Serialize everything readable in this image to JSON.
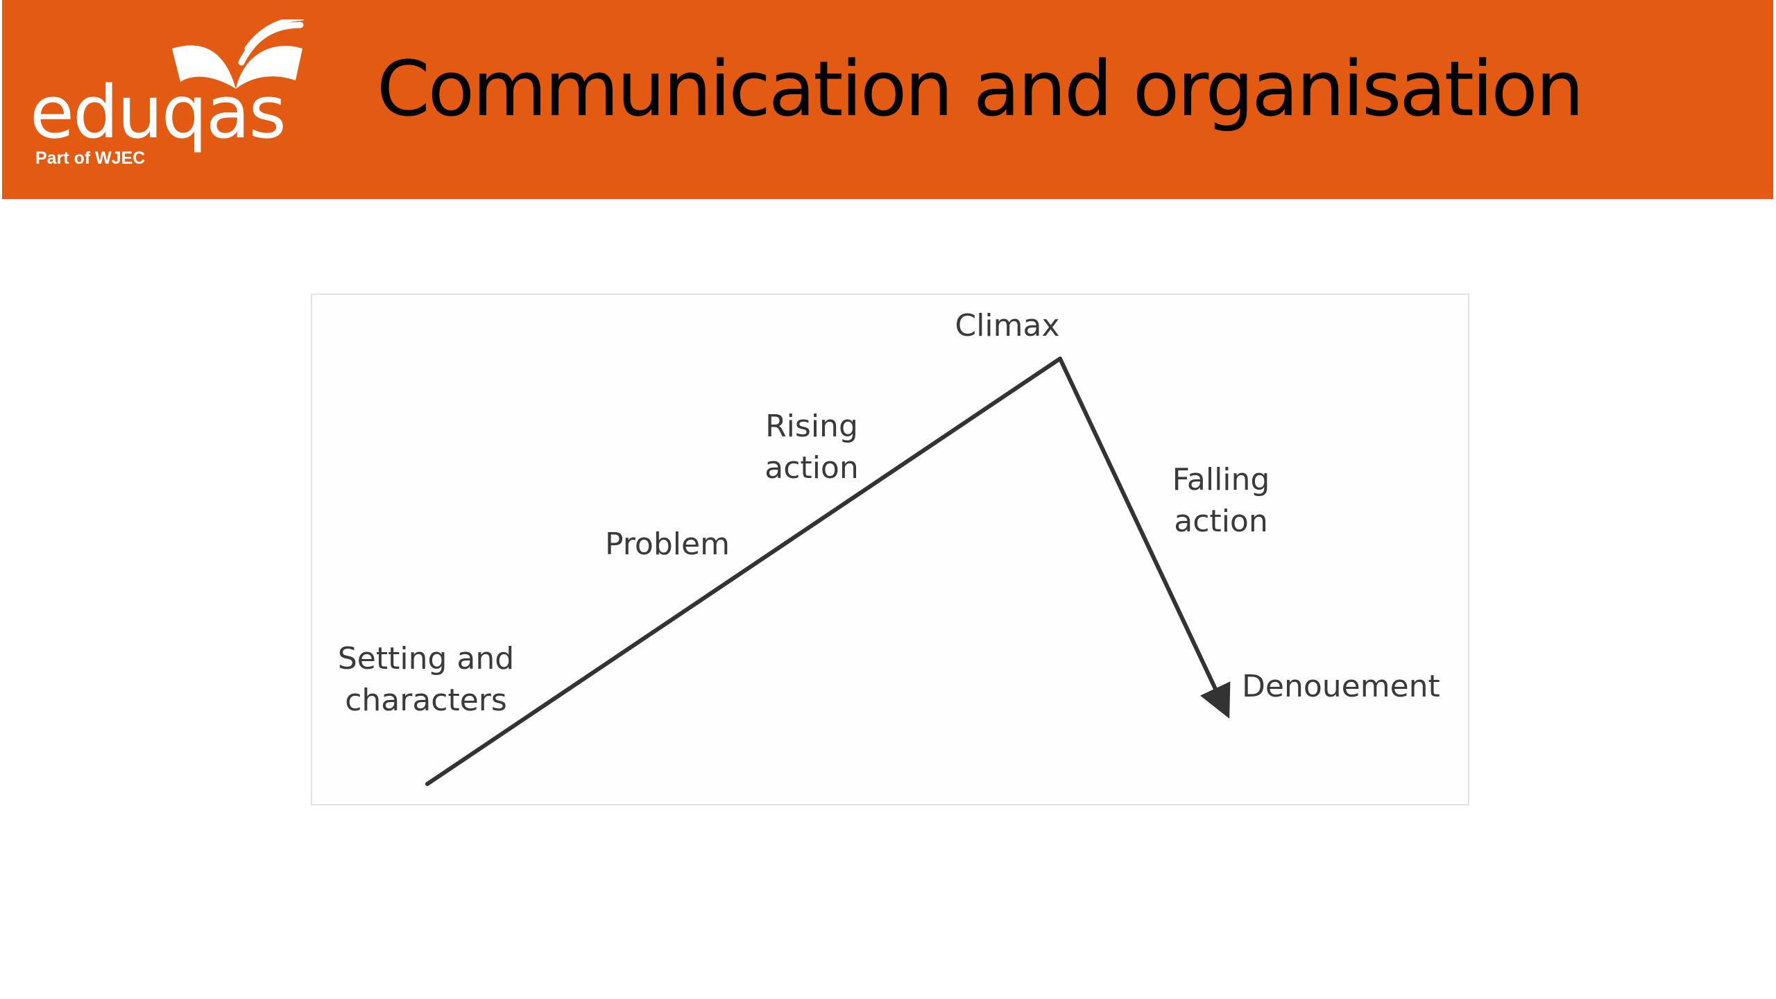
{
  "header": {
    "title": "Communication and organisation",
    "brand_color": "#e35b13"
  },
  "logo": {
    "wordmark": "eduqas",
    "tagline": "Part of WJEC"
  },
  "diagram": {
    "type": "plot-arc",
    "stages": [
      {
        "id": "setting",
        "line1": "Setting and",
        "line2": "characters"
      },
      {
        "id": "problem",
        "line1": "Problem"
      },
      {
        "id": "rising",
        "line1": "Rising",
        "line2": "action"
      },
      {
        "id": "climax",
        "line1": "Climax"
      },
      {
        "id": "falling",
        "line1": "Falling",
        "line2": "action"
      },
      {
        "id": "denouement",
        "line1": "Denouement"
      }
    ],
    "line_color": "#333333",
    "text_color": "#3a3a3a"
  }
}
